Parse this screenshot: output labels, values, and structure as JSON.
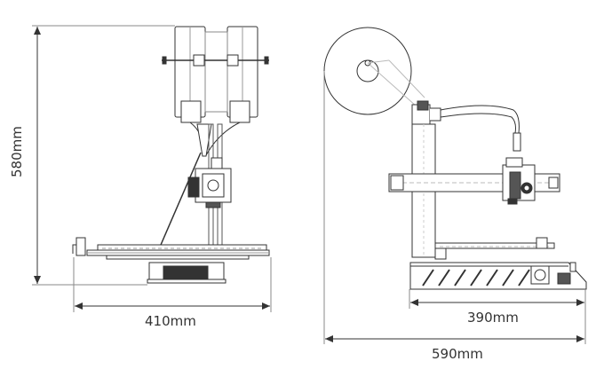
{
  "dimensions": {
    "height_label": "580mm",
    "front_width_label": "410mm",
    "side_depth_label": "390mm",
    "overall_depth_label": "590mm"
  },
  "colors": {
    "line": "#333333",
    "detail": "#666666",
    "light": "#aaaaaa"
  }
}
